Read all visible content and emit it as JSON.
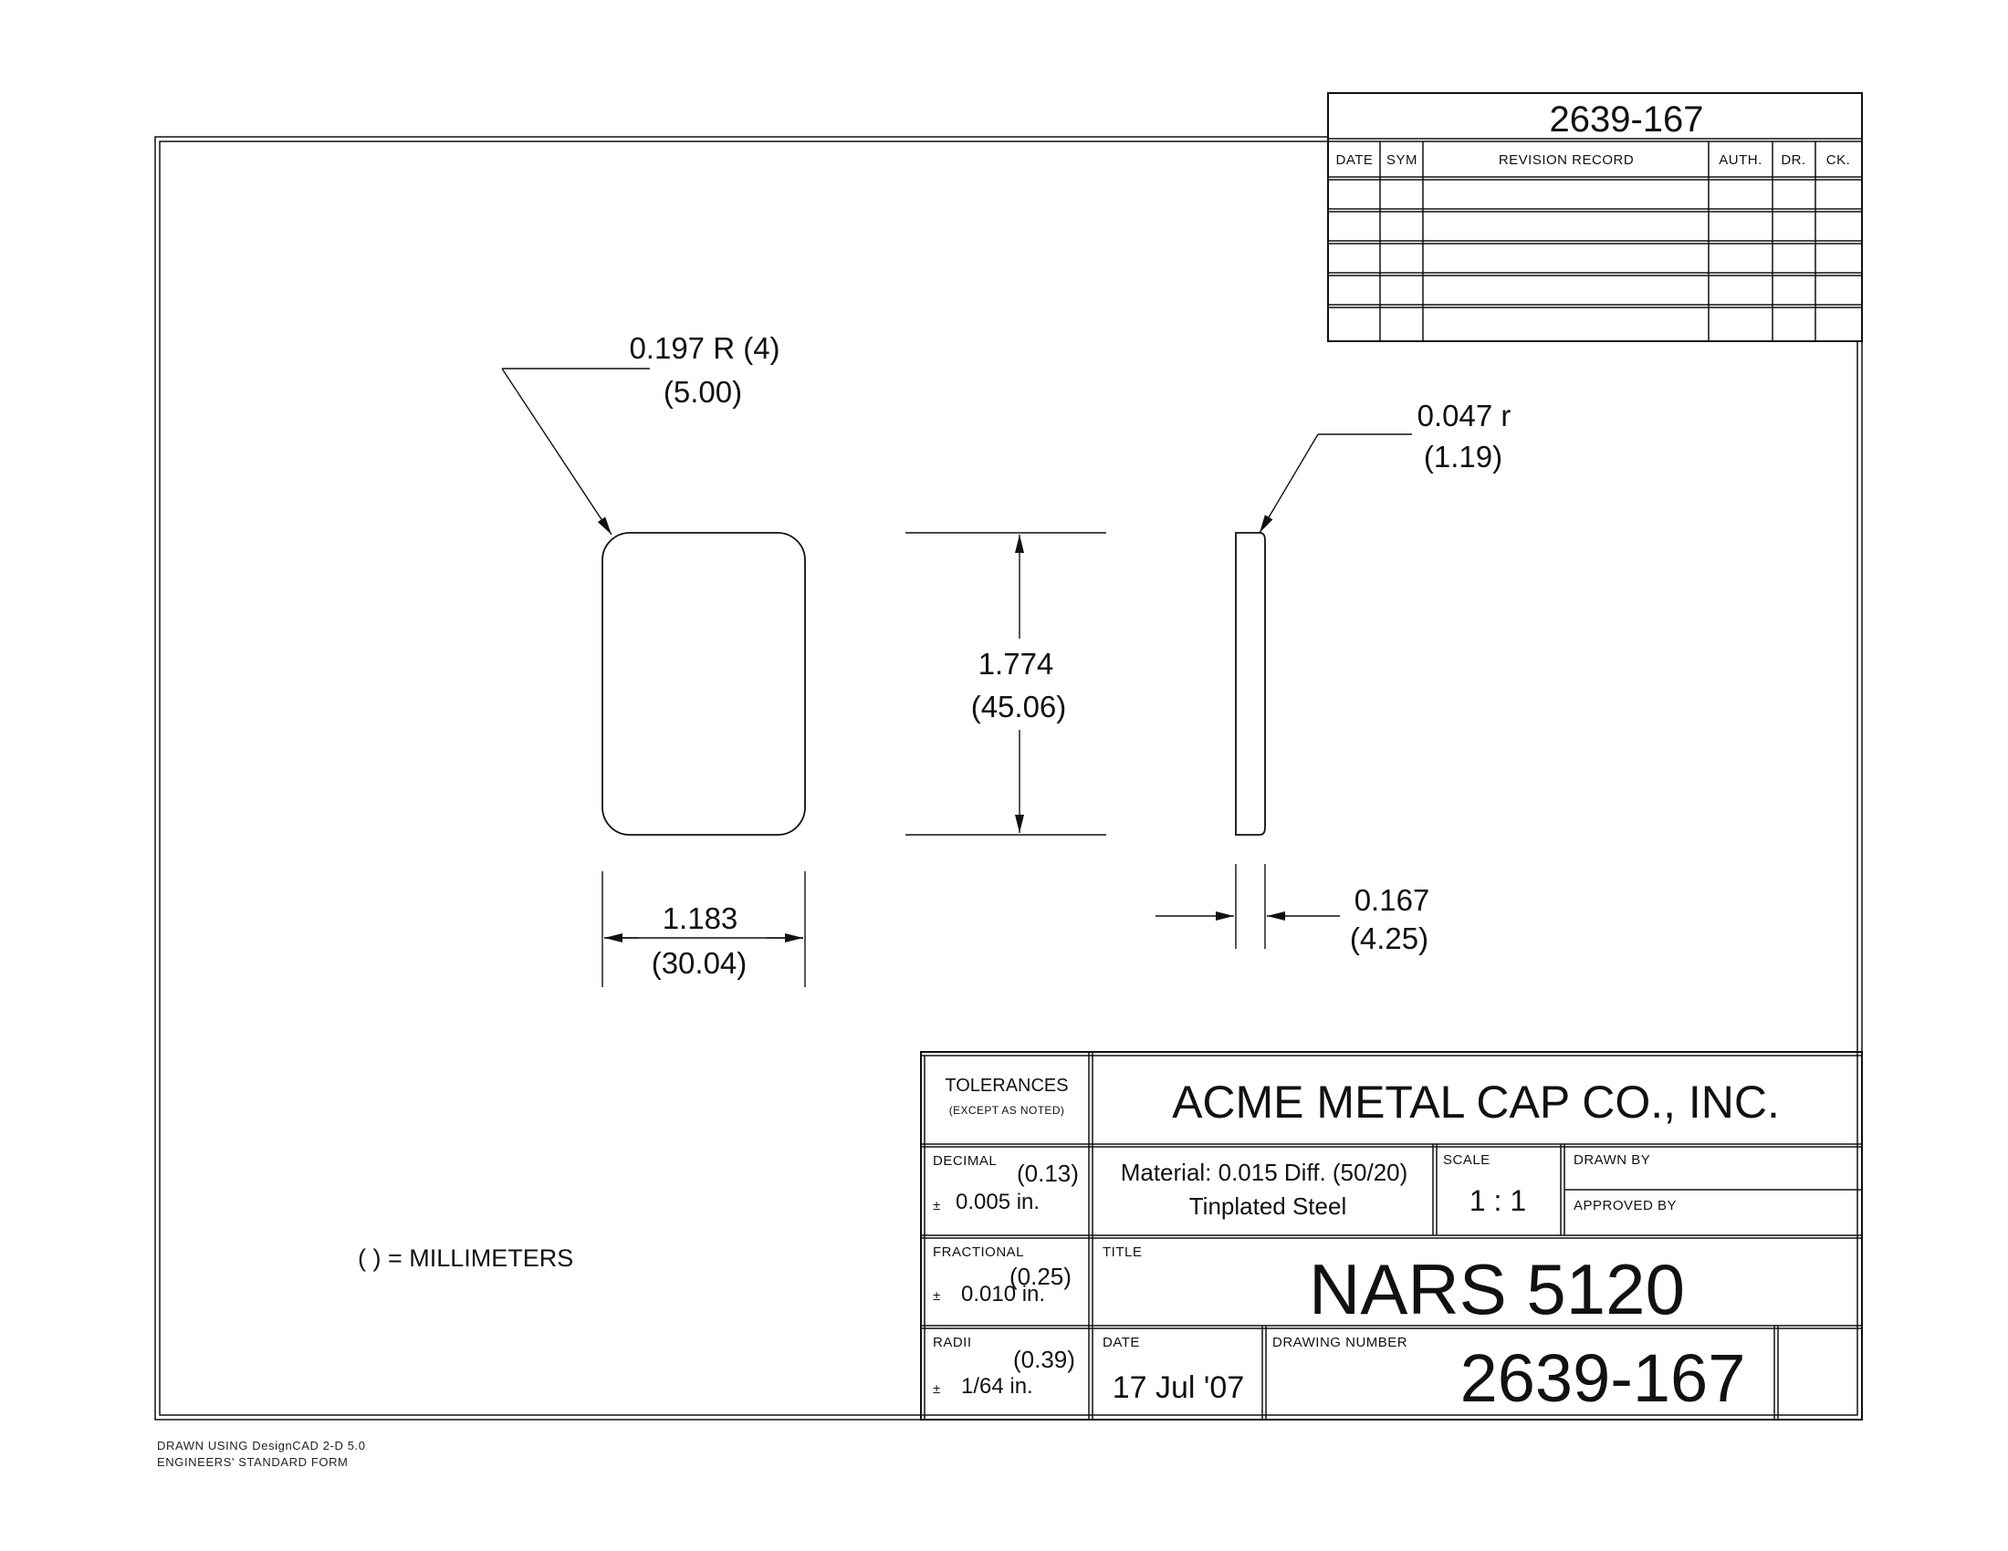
{
  "revision_block": {
    "number": "2639-167",
    "columns": [
      "DATE",
      "SYM",
      "REVISION RECORD",
      "AUTH.",
      "DR.",
      "CK."
    ]
  },
  "dimensions": {
    "corner_radius": {
      "line1": "0.197 R (4)",
      "line2": "(5.00)"
    },
    "edge_radius": {
      "line1": "0.047 r",
      "line2": "(1.19)"
    },
    "height": {
      "line1": "1.774",
      "line2": "(45.06)"
    },
    "width": {
      "line1": "1.183",
      "line2": "(30.04)"
    },
    "thickness": {
      "line1": "0.167",
      "line2": "(4.25)"
    }
  },
  "units_note": "( ) = MILLIMETERS",
  "title_block": {
    "tolerances_label": "TOLERANCES",
    "except_label": "(EXCEPT AS NOTED)",
    "company": "ACME METAL CAP CO., INC.",
    "decimal_label": "DECIMAL",
    "decimal_mm": "(0.13)",
    "decimal_value": "0.005 in.",
    "fractional_label": "FRACTIONAL",
    "fractional_mm": "(0.25)",
    "fractional_value": "0.010 in.",
    "radii_label": "RADII",
    "radii_mm": "(0.39)",
    "radii_value": "1/64 in.",
    "plus_minus": "±",
    "material_line1": "Material: 0.015 Diff. (50/20)",
    "material_line2": "Tinplated Steel",
    "scale_label": "SCALE",
    "scale_value": "1 : 1",
    "drawn_by_label": "DRAWN BY",
    "approved_by_label": "APPROVED BY",
    "title_label": "TITLE",
    "title_value": "NARS 5120",
    "date_label": "DATE",
    "date_value": "17 Jul '07",
    "drawing_number_label": "DRAWING NUMBER",
    "drawing_number_value": "2639-167"
  },
  "footer": {
    "line1": "DRAWN USING DesignCAD 2-D 5.0",
    "line2": "ENGINEERS' STANDARD FORM"
  }
}
